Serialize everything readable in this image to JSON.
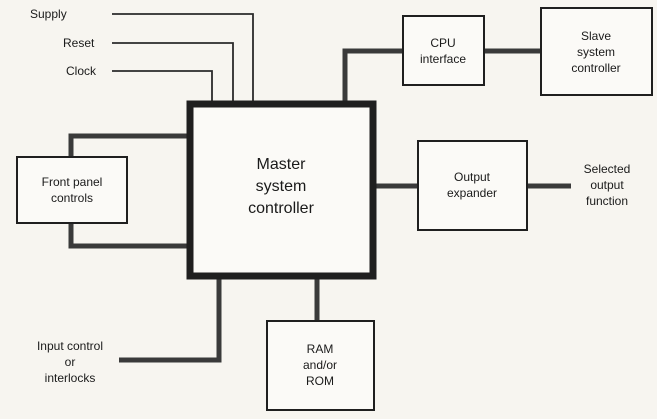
{
  "signals": {
    "supply": "Supply",
    "reset": "Reset",
    "clock": "Clock"
  },
  "blocks": {
    "master": [
      "Master",
      "system",
      "controller"
    ],
    "cpu_interface": [
      "CPU",
      "interface"
    ],
    "slave": [
      "Slave",
      "system",
      "controller"
    ],
    "front_panel": [
      "Front panel",
      "controls"
    ],
    "output_expander": [
      "Output",
      "expander"
    ],
    "memory": [
      "RAM",
      "and/or",
      "ROM"
    ]
  },
  "labels": {
    "selected_output": [
      "Selected",
      "output",
      "function"
    ],
    "input_control": [
      "Input control",
      "or",
      "interlocks"
    ]
  }
}
